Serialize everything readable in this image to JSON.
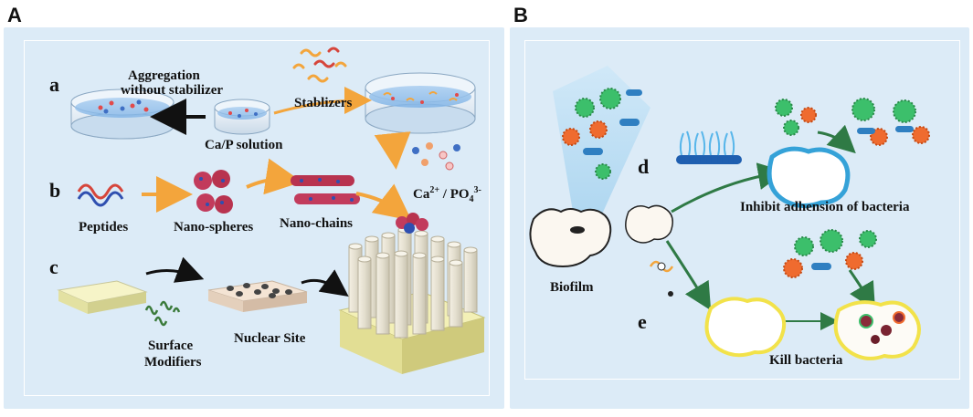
{
  "panels": {
    "A": "A",
    "B": "B"
  },
  "panel_a": {
    "row_a": {
      "letter": "a",
      "aggregation_line1": "Aggregation",
      "aggregation_line2": "without stabilizer",
      "stabilizers": "Stablizers",
      "solution": "Ca/P solution"
    },
    "row_b": {
      "letter": "b",
      "peptides": "Peptides",
      "nanospheres": "Nano-spheres",
      "nanochains": "Nano-chains",
      "ions_ca": "Ca",
      "ions_ca_sup": "2+",
      "ions_sep": " / PO",
      "ions_po_sub": "4",
      "ions_po_sup": "3-"
    },
    "row_c": {
      "letter": "c",
      "surface_line1": "Surface",
      "surface_line2": "Modifiers",
      "nuclear": "Nuclear Site"
    }
  },
  "panel_b": {
    "biofilm": "Biofilm",
    "row_d": {
      "letter": "d",
      "caption": "Inhibit adhension of bacteria"
    },
    "row_e": {
      "letter": "e",
      "caption": "Kill bacteria"
    }
  },
  "colors": {
    "background": "#dcebf7",
    "orange_arrow": "#f3a53c",
    "green_arrow": "#2f7a45",
    "black_arrow": "#111111",
    "bacteria_green": "#3cbf6b",
    "bacteria_orange": "#ef6b2f",
    "bacteria_blue": "#2f7fc1"
  }
}
